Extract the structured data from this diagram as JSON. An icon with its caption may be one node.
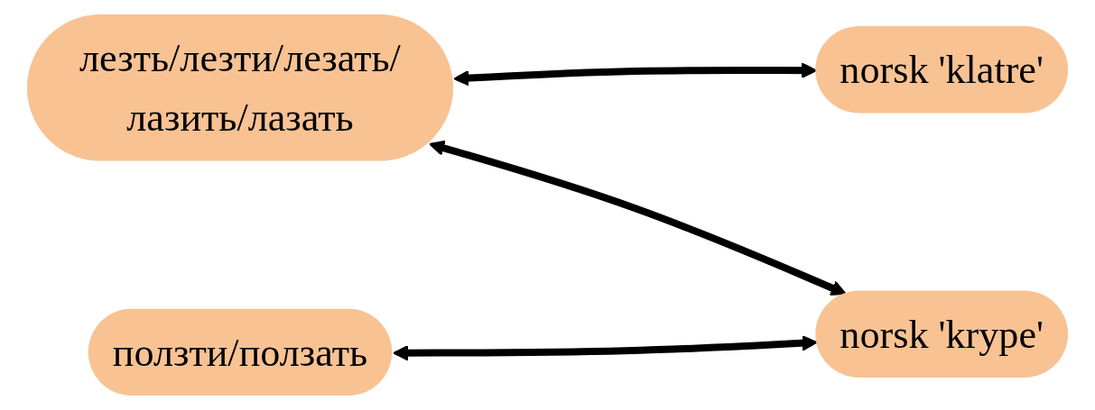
{
  "diagram": {
    "nodes": [
      {
        "text": [
          "лезть/лезти/лезать/лазить/лазать"
        ]
      },
      {
        "text": [
          "norsk 'klatre'"
        ]
      },
      {
        "text": [
          "ползти/ползать"
        ]
      },
      {
        "text": [
          "norsk 'krype'"
        ]
      }
    ],
    "edges": [
      {
        "from": 0,
        "to": 1,
        "arrow": "both"
      },
      {
        "from": 0,
        "to": 3,
        "arrow": "both"
      },
      {
        "from": 2,
        "to": 3,
        "arrow": "both"
      }
    ]
  }
}
